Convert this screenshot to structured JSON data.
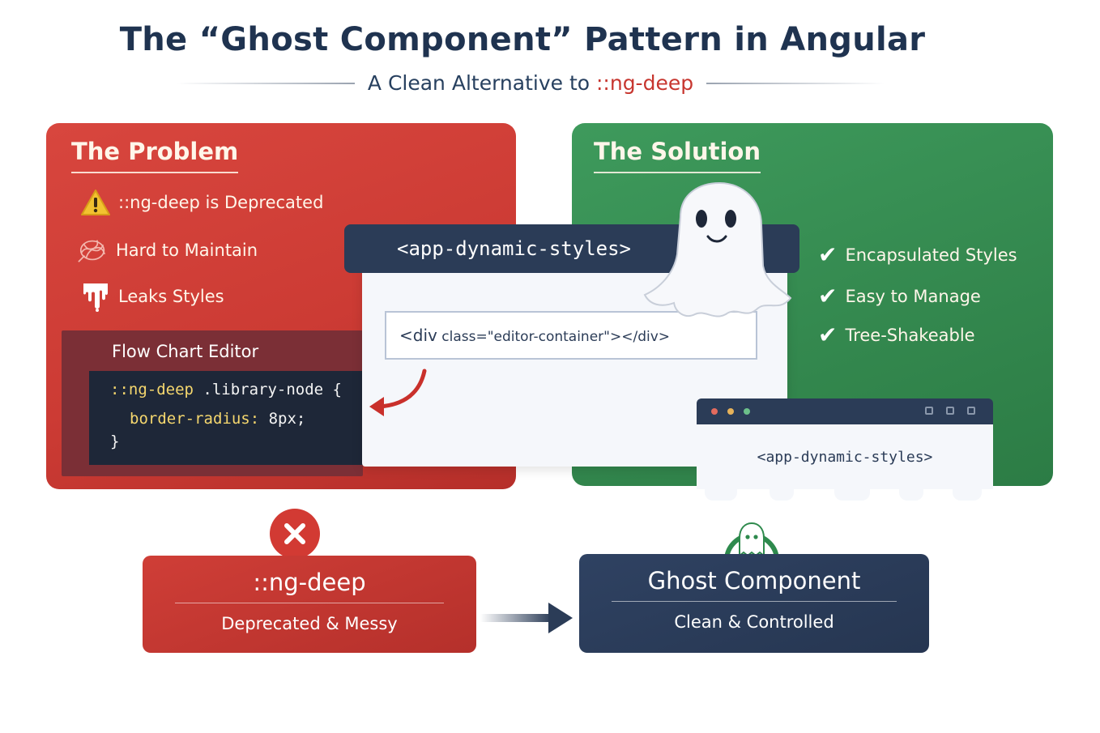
{
  "header": {
    "title": "The “Ghost Component” Pattern in Angular",
    "subtitle_prefix": "A Clean Alternative to ",
    "subtitle_highlight": "::ng-deep"
  },
  "problem": {
    "heading": "The Problem",
    "items": [
      {
        "label": "::ng-deep is Deprecated",
        "icon": "warning-icon"
      },
      {
        "label": "Hard to Maintain",
        "icon": "tangle-icon"
      },
      {
        "label": "Leaks Styles",
        "icon": "drip-icon"
      }
    ],
    "editor": {
      "title": "Flow Chart Editor",
      "code_line1_a": "::ng-deep",
      "code_line1_b": " .library-node {",
      "code_line2_a": "border-radius:",
      "code_line2_b": " 8px;",
      "code_line3": "}"
    }
  },
  "component": {
    "tag": "<app-dynamic-styles>",
    "inner_code_a": "<div",
    "inner_code_b": " class=\"editor-container\"></div>"
  },
  "solution": {
    "heading": "The Solution",
    "items": [
      {
        "label": "Encapsulated Styles"
      },
      {
        "label": "Easy to Manage"
      },
      {
        "label": "Tree-Shakeable"
      }
    ],
    "mini_window_tag": "<app-dynamic-styles>"
  },
  "results": {
    "bad": {
      "title": "::ng-deep",
      "subtitle": "Deprecated & Messy",
      "icon": "x-icon"
    },
    "good": {
      "title": "Ghost Component",
      "subtitle": "Clean & Controlled",
      "icon": "ghost-icon"
    }
  },
  "colors": {
    "problem": "#cc3b34",
    "solution": "#34894f",
    "navy": "#2b3c57",
    "title": "#1f3350"
  }
}
